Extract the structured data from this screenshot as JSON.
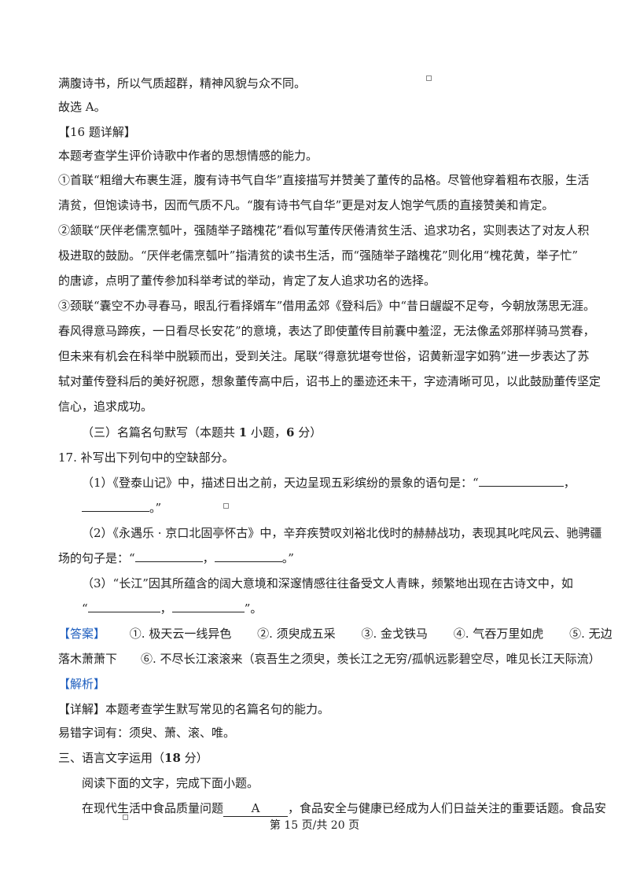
{
  "top_lines": {
    "l1": "满腹诗书，所以气质超群，精神风貌与众不同。",
    "l2": "故选 A。"
  },
  "q16": {
    "heading": "【16 题详解】",
    "intro": "本题考查学生评价诗歌中作者的思想情感的能力。",
    "p1_l1": "①首联“粗缯大布裹生涯，腹有诗书气自华”直接描写并赞美了董传的品格。尽管他穿着粗布衣服，生活",
    "p1_l2": "清贫，但饱读诗书，因而气质不凡。“腹有诗书气自华”更是对友人饱学气质的直接赞美和肯定。",
    "p2_l1": "②颔联“厌伴老儒烹瓠叶，强随举子踏槐花”看似写董传厌倦清贫生活、追求功名，实则表达了对友人积",
    "p2_l2": "极进取的鼓励。“厌伴老儒烹瓠叶”指清贫的读书生活，而“强随举子踏槐花”则化用“槐花黄，举子忙”",
    "p2_l3": "的唐谚，点明了董传参加科举考试的举动，肯定了友人追求功名的选择。",
    "p3_l1": "③颈联“囊空不办寻春马，眼乱行看择婿车”借用孟郊《登科后》中“昔日龌龊不足夸，今朝放荡思无涯。",
    "p3_l2": "春风得意马蹄疾，一日看尽长安花”的意境，表达了即使董传目前囊中羞涩，无法像孟郊那样骑马赏春，",
    "p3_l3": "但未来有机会在科举中脱颖而出，受到关注。尾联“得意犹堪夸世俗，诏黄新湿字如鸦”进一步表达了苏",
    "p3_l4": "轼对董传登科后的美好祝愿，想象董传高中后，诏书上的墨迹还未干，字迹清晰可见，以此鼓励董传坚定",
    "p3_l5": "信心，追求成功。"
  },
  "section3": {
    "heading_pre": "（三）名篇名句默写（本题共 ",
    "heading_num": "1",
    "heading_mid": " 小题，",
    "heading_score": "6",
    "heading_post": " 分）"
  },
  "q17": {
    "title": "17. 补写出下列句中的空缺部分。",
    "s1_l1": "（1）《登泰山记》中，描述日出之前，天边呈现五彩缤纷的景象的语句是：“",
    "comma": "，",
    "end_quote": "。”",
    "s2_l1": "（2）《永遇乐 · 京口北固亭怀古》中，辛弃疾赞叹刘裕北伐时的赫赫战功，表现其叱咤风云、驰骋疆",
    "s2_l2_pre": "场的句子是：“",
    "s3_l1": "（3）“长江”因其所蕴含的阔大意境和深邃情感往往备受文人青睐，频繁地出现在古诗文中，如",
    "open_quote": "“",
    "period": "”。"
  },
  "answer": {
    "tag": "【答案】",
    "a1": "①. 极天云一线异色",
    "a2": "②. 须臾成五采",
    "a3": "③. 金戈铁马",
    "a4": "④. 气吞万里如虎",
    "a5": "⑤. 无边",
    "line2": "落木萧萧下　　⑥. 不尽长江滚滚来（哀吾生之须臾，羡长江之无穷/孤帆远影碧空尽，唯见长江天际流）"
  },
  "analysis": {
    "tag": "【解析】",
    "detail": "【详解】本题考查学生默写常见的名篇名句的能力。",
    "typos": "易错字词有：须臾、萧、滚、唯。"
  },
  "part3": {
    "heading_pre": "三、语言文字运用（",
    "heading_score": "18",
    "heading_post": " 分）",
    "instruction": "阅读下面的文字，完成下面小题。",
    "text_pre": "在现代生活中食品质量问题",
    "blank_label": "A",
    "text_post": "，食品安全与健康已经成为人们日益关注的重要话题。食品安"
  },
  "footer": {
    "page": "第 15 页/共 20 页"
  }
}
